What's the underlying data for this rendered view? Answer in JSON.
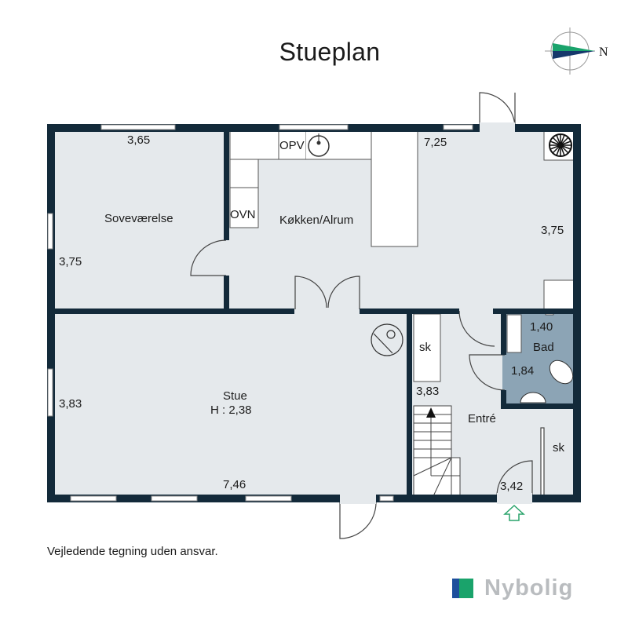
{
  "header": {
    "title": "Stueplan"
  },
  "compass": {
    "label": "N",
    "colors": {
      "green": "#1aa36b",
      "blue": "#16386b"
    }
  },
  "rooms": {
    "bedroom": {
      "name": "Soveværelse",
      "width": "3,65",
      "depth": "3,75"
    },
    "kitchen": {
      "name": "Køkken/Alrum",
      "width": "7,25",
      "depth": "3,75",
      "fixtures": {
        "dishwasher": "OPV",
        "oven": "OVN"
      }
    },
    "living": {
      "name": "Stue",
      "height_label": "H : 2,38",
      "width": "7,46",
      "depth": "3,83"
    },
    "entry": {
      "name": "Entré",
      "depth": "3,83",
      "width": "3,42",
      "closet1": "sk",
      "closet2": "sk"
    },
    "bath": {
      "name": "Bad",
      "width": "1,40",
      "depth": "1,84"
    }
  },
  "footer": {
    "disclaimer": "Vejledende tegning uden ansvar.",
    "brand": "Nybolig"
  },
  "colors": {
    "wall": "#132a3a",
    "floor": "#e5e9ec",
    "bath_floor": "#8ca4b5",
    "entry_arrow": "#2aa36b"
  }
}
